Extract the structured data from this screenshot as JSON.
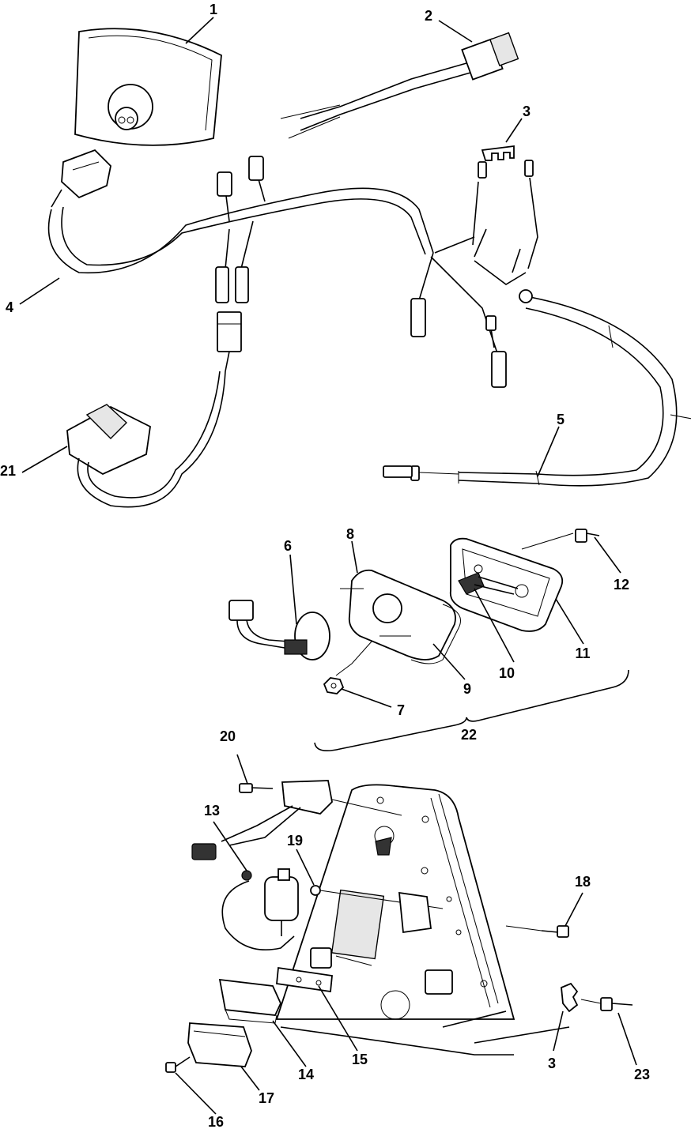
{
  "callouts": [
    {
      "id": "c1",
      "label": "1"
    },
    {
      "id": "c2",
      "label": "2"
    },
    {
      "id": "c3a",
      "label": "3"
    },
    {
      "id": "c4",
      "label": "4"
    },
    {
      "id": "c5",
      "label": "5"
    },
    {
      "id": "c6",
      "label": "6"
    },
    {
      "id": "c7",
      "label": "7"
    },
    {
      "id": "c8",
      "label": "8"
    },
    {
      "id": "c9",
      "label": "9"
    },
    {
      "id": "c10",
      "label": "10"
    },
    {
      "id": "c11",
      "label": "11"
    },
    {
      "id": "c12",
      "label": "12"
    },
    {
      "id": "c13",
      "label": "13"
    },
    {
      "id": "c14",
      "label": "14"
    },
    {
      "id": "c15",
      "label": "15"
    },
    {
      "id": "c16",
      "label": "16"
    },
    {
      "id": "c17",
      "label": "17"
    },
    {
      "id": "c18",
      "label": "18"
    },
    {
      "id": "c19",
      "label": "19"
    },
    {
      "id": "c20",
      "label": "20"
    },
    {
      "id": "c21",
      "label": "21"
    },
    {
      "id": "c22",
      "label": "22"
    },
    {
      "id": "c3b",
      "label": "3"
    },
    {
      "id": "c23",
      "label": "23"
    }
  ]
}
